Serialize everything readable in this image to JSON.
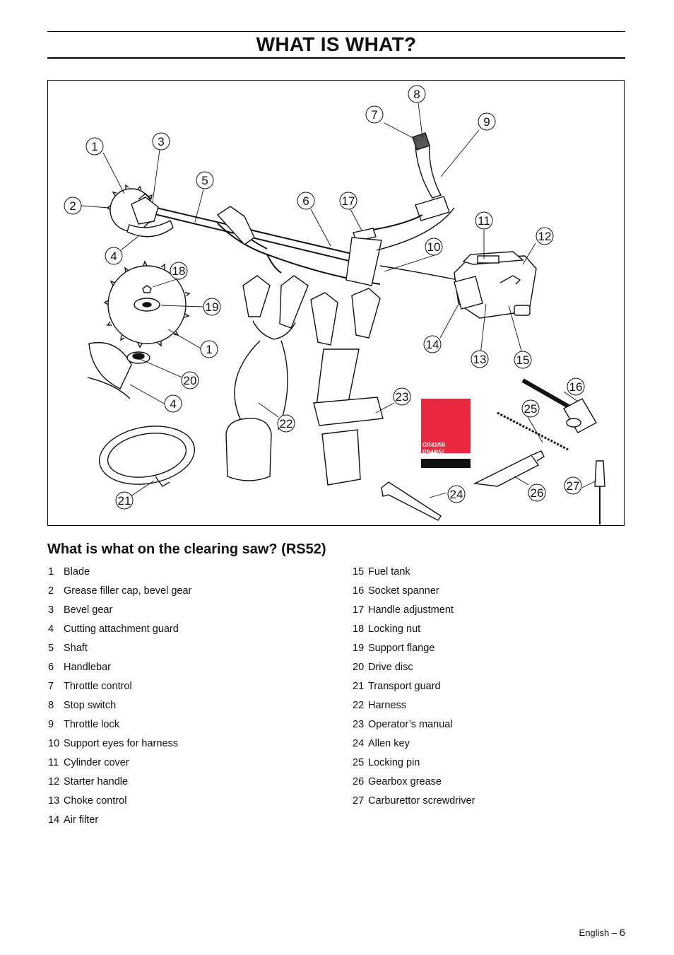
{
  "header": {
    "title": "WHAT IS WHAT?"
  },
  "figure": {
    "callouts": [
      "1",
      "2",
      "3",
      "4",
      "5",
      "6",
      "7",
      "8",
      "9",
      "10",
      "11",
      "12",
      "13",
      "14",
      "15",
      "16",
      "17",
      "18",
      "19",
      "20",
      "21",
      "22",
      "23",
      "24",
      "25",
      "26",
      "27"
    ],
    "manual_cover_text": [
      "GR41/50",
      "RS44/52"
    ]
  },
  "section": {
    "heading": "What is what on the clearing saw? (RS52)"
  },
  "parts_left": [
    {
      "num": "1",
      "label": "Blade"
    },
    {
      "num": "2",
      "label": "Grease filler cap, bevel gear"
    },
    {
      "num": "3",
      "label": "Bevel gear"
    },
    {
      "num": "4",
      "label": "Cutting attachment guard"
    },
    {
      "num": "5",
      "label": "Shaft"
    },
    {
      "num": "6",
      "label": "Handlebar"
    },
    {
      "num": "7",
      "label": "Throttle control"
    },
    {
      "num": "8",
      "label": "Stop switch"
    },
    {
      "num": "9",
      "label": "Throttle lock"
    },
    {
      "num": "10",
      "label": "Support eyes for harness"
    },
    {
      "num": "11",
      "label": "Cylinder cover"
    },
    {
      "num": "12",
      "label": "Starter handle"
    },
    {
      "num": "13",
      "label": "Choke control"
    },
    {
      "num": "14",
      "label": "Air filter"
    }
  ],
  "parts_right": [
    {
      "num": "15",
      "label": "Fuel tank"
    },
    {
      "num": "16",
      "label": "Socket spanner"
    },
    {
      "num": "17",
      "label": "Handle adjustment"
    },
    {
      "num": "18",
      "label": "Locking nut"
    },
    {
      "num": "19",
      "label": "Support flange"
    },
    {
      "num": "20",
      "label": "Drive disc"
    },
    {
      "num": "21",
      "label": "Transport guard"
    },
    {
      "num": "22",
      "label": "Harness"
    },
    {
      "num": "23",
      "label": "Operator’s manual"
    },
    {
      "num": "24",
      "label": "Allen key"
    },
    {
      "num": "25",
      "label": "Locking pin"
    },
    {
      "num": "26",
      "label": "Gearbox grease"
    },
    {
      "num": "27",
      "label": "Carburettor screwdriver"
    }
  ],
  "footer": {
    "language": "English",
    "separator": "–",
    "page_number": "6"
  },
  "colors": {
    "manual_cover": "#e8283c",
    "ink": "#111111"
  }
}
